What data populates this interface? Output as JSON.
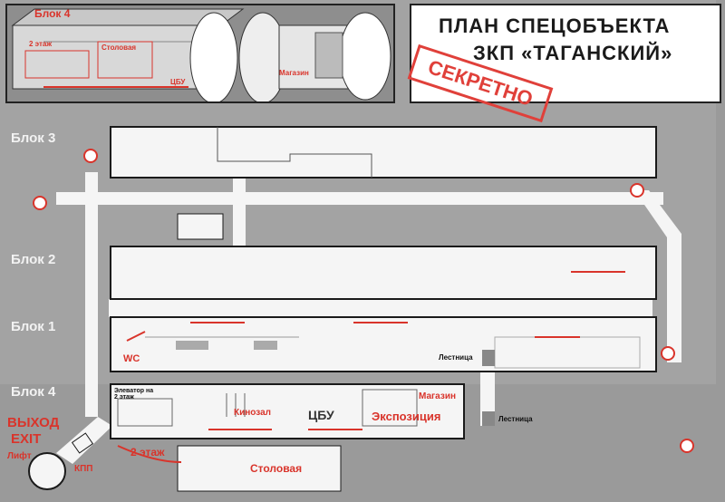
{
  "header": {
    "title_line1": "ПЛАН СПЕЦОБЪЕКТА",
    "title_line2": "ЗКП «ТАГАНСКИЙ»",
    "stamp": "СЕКРЕТНО"
  },
  "inset": {
    "block_label": "Блок 4",
    "floor_label": "2 этаж",
    "canteen_label": "Столовая",
    "cbu_label": "ЦБУ",
    "shop_label": "Магазин"
  },
  "blocks": {
    "block3": "Блок 3",
    "block2": "Блок 2",
    "block1": "Блок 1",
    "block4": "Блок 4"
  },
  "rooms": {
    "wc": "WC",
    "elevator": "Элеватор на 2 этаж",
    "cinema": "Кинозал",
    "cbu": "ЦБУ",
    "exposition": "Экспозиция",
    "shop": "Магазин",
    "canteen": "Столовая",
    "stairs1": "Лестница",
    "stairs2": "Лестница"
  },
  "exit": {
    "ru": "ВЫХОД",
    "en": "EXIT",
    "lift": "Лифт",
    "kpp": "КПП",
    "floor2": "2 этаж"
  },
  "colors": {
    "accent": "#d9342b",
    "background": "#a3a3a3",
    "corridor": "#f5f5f5"
  }
}
